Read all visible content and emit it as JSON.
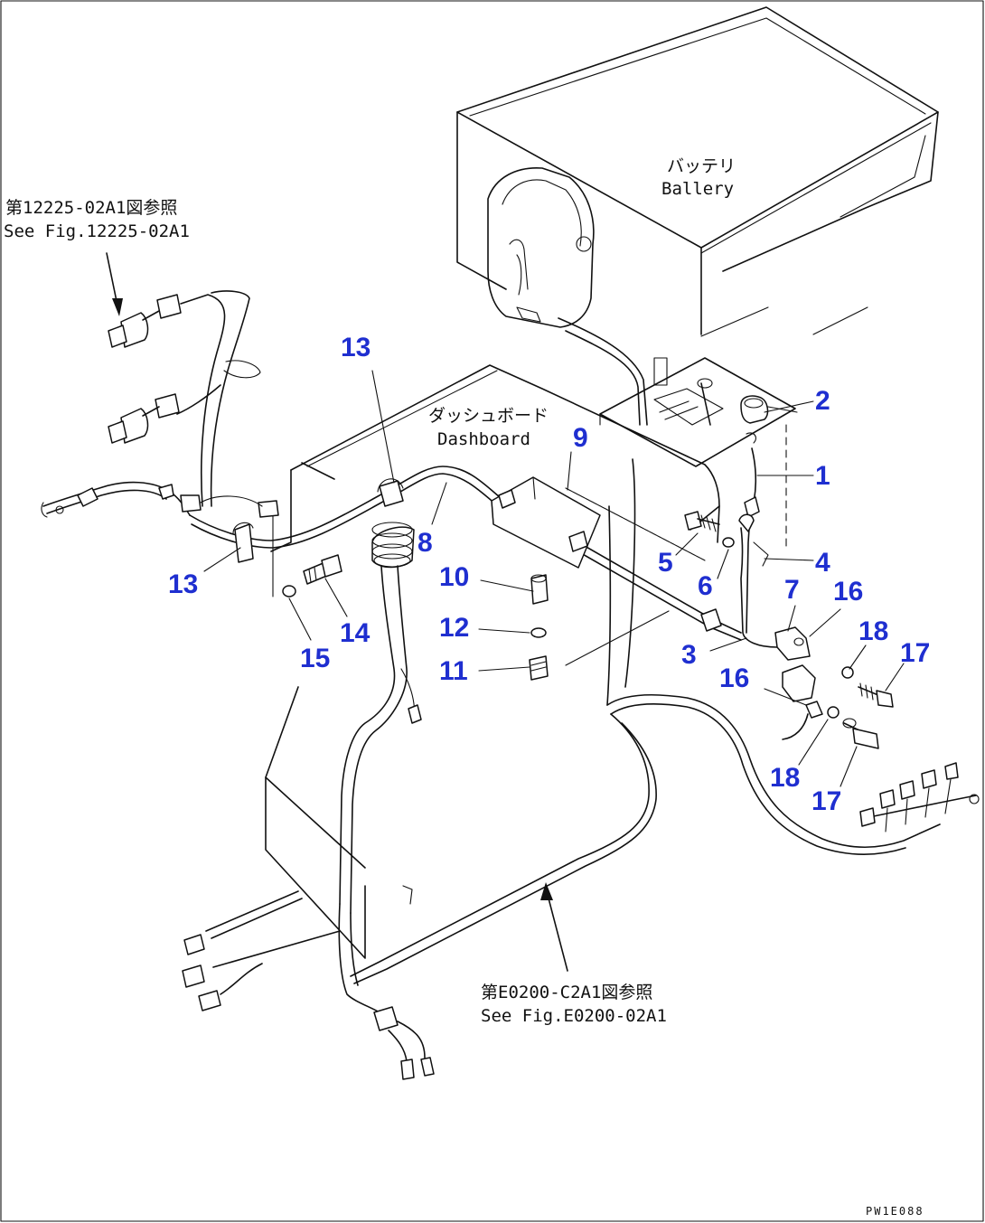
{
  "diagram": {
    "labels": {
      "battery_jp": "バッテリ",
      "battery_en": "Ballery",
      "dashboard_jp": "ダッシュボード",
      "dashboard_en": "Dashboard",
      "ref_top_jp": "第12225-02A1図参照",
      "ref_top_en": "See Fig.12225-02A1",
      "ref_bottom_jp": "第E0200-C2A1図参照",
      "ref_bottom_en": "See Fig.E0200-02A1",
      "drawing_code": "PW1E088"
    },
    "callouts": [
      "2",
      "1",
      "9",
      "13",
      "8",
      "4",
      "5",
      "6",
      "7",
      "16",
      "13",
      "10",
      "14",
      "12",
      "18",
      "17",
      "3",
      "15",
      "11",
      "16",
      "18",
      "17"
    ]
  }
}
